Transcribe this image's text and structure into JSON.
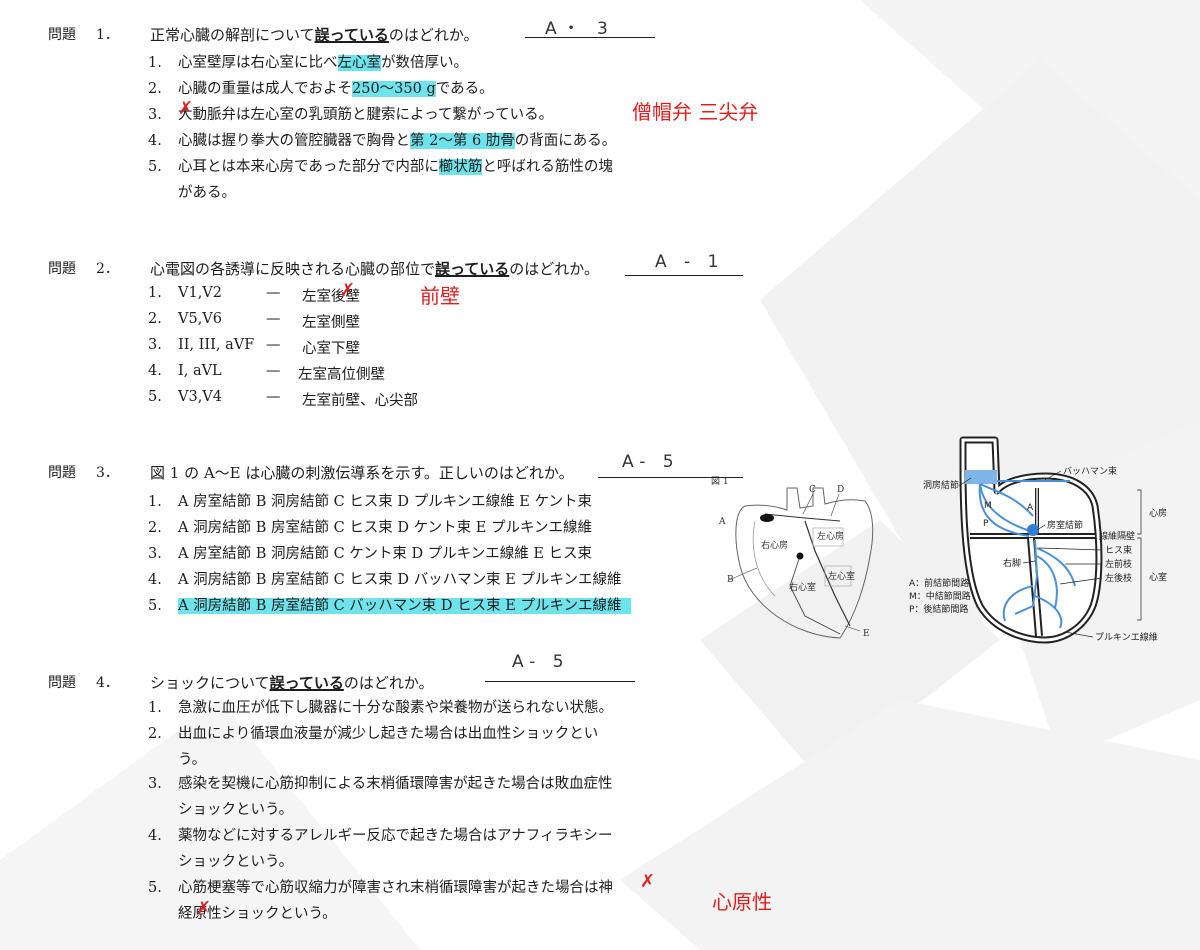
{
  "question_word": "問題",
  "q1": {
    "number": "1．",
    "stem_pre": "正常心臓の解剖について",
    "stem_bold": "誤っている",
    "stem_post": "のはどれか。",
    "answer": "A・ 3",
    "options": [
      {
        "num": "1.",
        "pre": "心室壁厚は右心室に比べ",
        "hl": "左心室",
        "post": "が数倍厚い。"
      },
      {
        "num": "2.",
        "pre": "心臓の重量は成人でおよそ",
        "hl": "250〜350 g",
        "post": "である。"
      },
      {
        "num": "3.",
        "pre": "大動脈弁は左心室の乳頭筋と腱索によって繋がっている。",
        "hl": "",
        "post": ""
      },
      {
        "num": "4.",
        "pre": "心臓は握り拳大の管腔臓器で胸骨と",
        "hl": "第 2〜第 6 肋骨",
        "post": "の背面にある。"
      },
      {
        "num": "5.",
        "pre": "心耳とは本来心房であった部分で内部に",
        "hl": "櫛状筋",
        "post": "と呼ばれる筋性の塊"
      }
    ],
    "option5_cont": "がある。",
    "note": "僧帽弁 三尖弁"
  },
  "q2": {
    "number": "2．",
    "stem_pre": "心電図の各誘導に反映される心臓の部位で",
    "stem_bold": "誤っている",
    "stem_post": "のはどれか。",
    "answer": "A - 1",
    "options": [
      {
        "num": "1.",
        "lead": "V1,V2",
        "dash": "—",
        "part": "左室後壁"
      },
      {
        "num": "2.",
        "lead": "V5,V6",
        "dash": "—",
        "part": "左室側壁"
      },
      {
        "num": "3.",
        "lead": "II, III, aVF",
        "dash": "—",
        "part": "心室下壁"
      },
      {
        "num": "4.",
        "lead": "I, aVL",
        "dash": "—",
        "part": "左室高位側壁"
      },
      {
        "num": "5.",
        "lead": "V3,V4",
        "dash": "—",
        "part": "左室前壁、心尖部"
      }
    ],
    "note": "前壁"
  },
  "q3": {
    "number": "3．",
    "stem": "図 1 の A〜E は心臓の刺激伝導系を示す。正しいのはどれか。",
    "answer": "A- 5",
    "options": [
      {
        "num": "1.",
        "text": "A 房室結節 B 洞房結節 C ヒス束 D プルキンエ線維 E ケント束"
      },
      {
        "num": "2.",
        "text": "A 洞房結節 B 房室結節 C ヒス束 D ケント束 E プルキンエ線維"
      },
      {
        "num": "3.",
        "text": "A 房室結節 B 洞房結節 C ケント束 D プルキンエ線維 E ヒス束"
      },
      {
        "num": "4.",
        "text": "A 洞房結節 B 房室結節 C ヒス束 D バッハマン束 E プルキンエ線維"
      },
      {
        "num": "5.",
        "text": "A 洞房結節 B 房室結節 C バッハマン束 D ヒス束 E プルキンエ線維"
      }
    ],
    "figure1": {
      "fig_label": "図 1",
      "letters": [
        "A",
        "B",
        "C",
        "D",
        "E"
      ],
      "chambers": [
        "右心房",
        "左心房",
        "右心室",
        "左心室"
      ]
    },
    "figure2": {
      "labels": {
        "bachmann": "バッハマン束",
        "sa_node": "洞房結節",
        "av_node": "房室結節",
        "septum": "線維隔壁",
        "his": "ヒス束",
        "left_ant": "左前枝",
        "left_post": "左後枝",
        "right_bundle": "右脚",
        "purkinje": "プルキンエ線維",
        "atrium": "心房",
        "ventricle": "心室",
        "a_letter": "A",
        "m_letter": "M",
        "p_letter": "P"
      },
      "legend": [
        "A：前結節間路",
        "M：中結節間路",
        "P：後結節間路"
      ]
    }
  },
  "q4": {
    "number": "4．",
    "stem_pre": "ショックについて",
    "stem_bold": "誤っている",
    "stem_post": "のはどれか。",
    "answer": "A- 5",
    "options": [
      {
        "num": "1.",
        "lines": [
          "急激に血圧が低下し臓器に十分な酸素や栄養物が送られない状態。"
        ]
      },
      {
        "num": "2.",
        "lines": [
          "出血により循環血液量が減少し起きた場合は出血性ショックとい",
          "う。"
        ]
      },
      {
        "num": "3.",
        "lines": [
          "感染を契機に心筋抑制による末梢循環障害が起きた場合は敗血症性",
          "ショックという。"
        ]
      },
      {
        "num": "4.",
        "lines": [
          "薬物などに対するアレルギー反応で起きた場合はアナフィラキシー",
          "ショックという。"
        ]
      },
      {
        "num": "5.",
        "lines": [
          "心筋梗塞等で心筋収縮力が障害され末梢循環障害が起きた場合は神",
          "経原性ショックという。"
        ]
      }
    ],
    "note": "心原性"
  }
}
